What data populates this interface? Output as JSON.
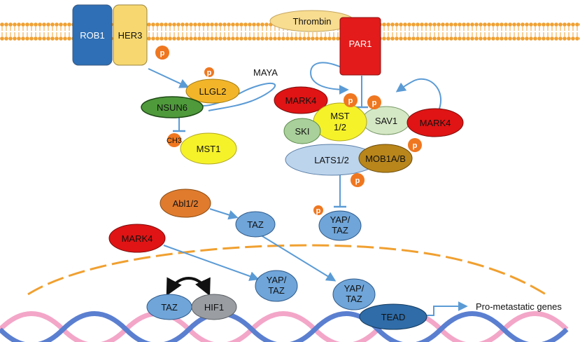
{
  "nodes": {
    "rob1": "ROB1",
    "her3": "HER3",
    "thrombin": "Thrombin",
    "par1": "PAR1",
    "llgl2": "LLGL2",
    "maya": "MAYA",
    "nsun6": "NSUN6",
    "ch3": "CH3",
    "mst1": "MST1",
    "mark4_left": "MARK4",
    "mst12_line1": "MST",
    "mst12_line2": "1/2",
    "sav1": "SAV1",
    "mark4_right": "MARK4",
    "ski": "SKI",
    "lats12": "LATS1/2",
    "mob1ab": "MOB1A/B",
    "yaptaz_top_line1": "YAP/",
    "yaptaz_top_line2": "TAZ",
    "abl12": "Abl1/2",
    "taz_cyto": "TAZ",
    "mark4_bottom": "MARK4",
    "yaptaz_nuc1_line1": "YAP/",
    "yaptaz_nuc1_line2": "TAZ",
    "yaptaz_nuc2_line1": "YAP/",
    "yaptaz_nuc2_line2": "TAZ",
    "taz_nuc": "TAZ",
    "hif1": "HIF1",
    "tead": "TEAD",
    "output": "Pro-metastatic genes",
    "phospho": "p"
  },
  "colors": {
    "membrane": "#f0a030",
    "rob1": "#2e6fb5",
    "her3": "#f7d870",
    "thrombin": "#f8dc90",
    "par1": "#e31b1b",
    "llgl2": "#f2b52a",
    "nsun6": "#4f9a3b",
    "mst_yellow": "#f6f22a",
    "mark4": "#e01414",
    "sav1": "#d5e8c5",
    "ski": "#a9cf9a",
    "lats": "#bcd4ec",
    "mob": "#b9861b",
    "light_blue": "#6fa5d9",
    "abl": "#e07b2e",
    "hif1": "#9a9ea3",
    "tead": "#2f6ca8",
    "phospho": "#ef7720",
    "arrow": "#5b9bd5",
    "nucleus": "#f0a030",
    "dna_pink": "#f3a6c8",
    "dna_blue": "#5b7fd0"
  }
}
